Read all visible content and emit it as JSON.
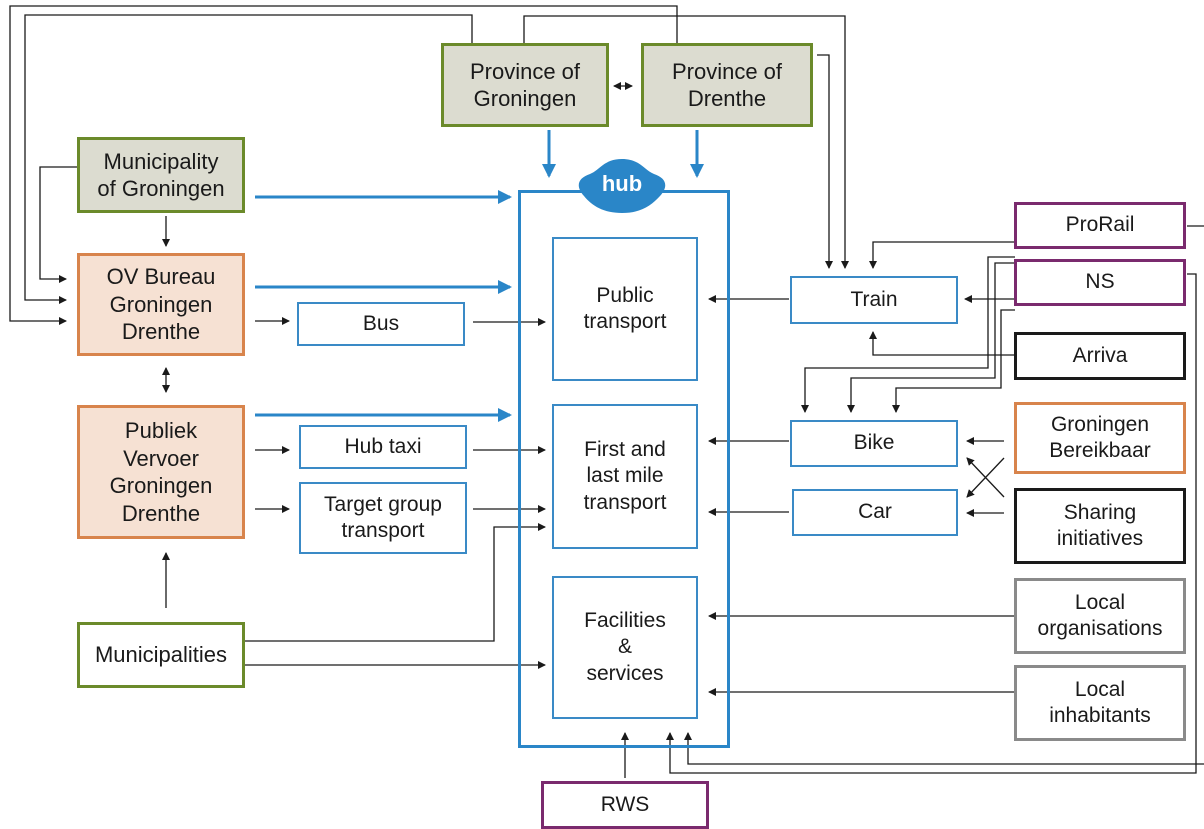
{
  "hub": {
    "logo_text": "hub"
  },
  "nodes": {
    "province_groningen": "Province of\nGroningen",
    "province_drenthe": "Province of\nDrenthe",
    "municipality_groningen": "Municipality\nof Groningen",
    "ov_bureau": "OV Bureau\nGroningen\nDrenthe",
    "publiek_vervoer": "Publiek\nVervoer\nGroningen\nDrenthe",
    "municipalities": "Municipalities",
    "bus": "Bus",
    "hub_taxi": "Hub taxi",
    "target_group": "Target group\ntransport",
    "public_transport": "Public\ntransport",
    "first_last_mile": "First and\nlast mile\ntransport",
    "facilities": "Facilities\n&\nservices",
    "train": "Train",
    "bike": "Bike",
    "car": "Car",
    "prorail": "ProRail",
    "ns": "NS",
    "arriva": "Arriva",
    "groningen_bereikbaar": "Groningen\nBereikbaar",
    "sharing_initiatives": "Sharing\ninitiatives",
    "local_organisations": "Local\norganisations",
    "local_inhabitants": "Local\ninhabitants",
    "rws": "RWS"
  },
  "colors": {
    "hub_blue": "#2a86c8",
    "olive": "#6b8a2a",
    "orange": "#d8844c",
    "purple": "#7a2a6e",
    "grey": "#8a8a8a",
    "arrow": "#1a1a1a"
  }
}
